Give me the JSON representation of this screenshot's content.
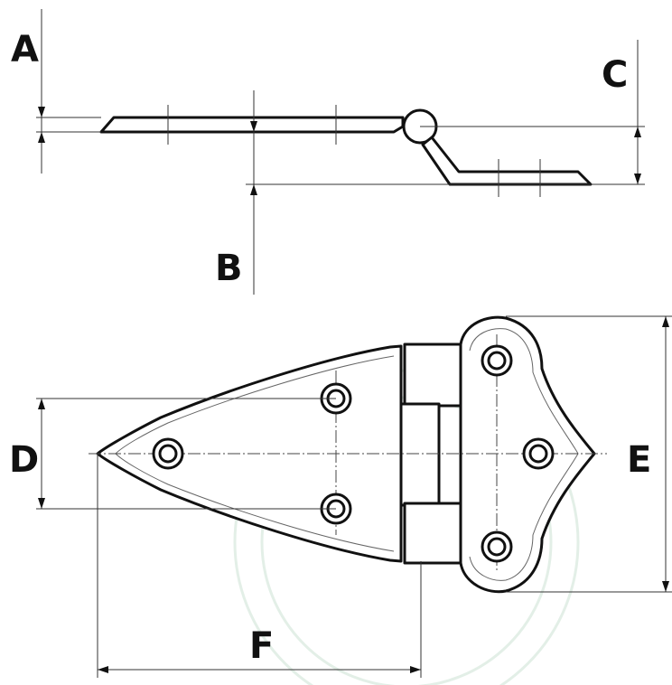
{
  "dimensions": {
    "A": "A",
    "B": "B",
    "C": "C",
    "D": "D",
    "E": "E",
    "F": "F"
  },
  "watermark": {
    "registered_mark": "®"
  },
  "colors": {
    "line": "#111111",
    "watermark": "#e3efe7",
    "background": "#ffffff"
  }
}
